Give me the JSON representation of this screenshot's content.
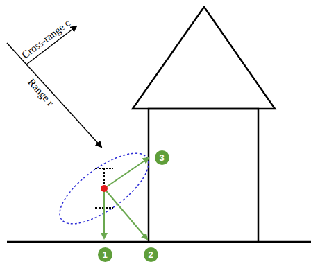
{
  "diagram": {
    "nodes": [
      {
        "text": [
          "1"
        ]
      },
      {
        "text": [
          "2"
        ]
      },
      {
        "text": [
          "3"
        ]
      }
    ],
    "labels": [
      "Cross-range c",
      "Range r"
    ]
  }
}
